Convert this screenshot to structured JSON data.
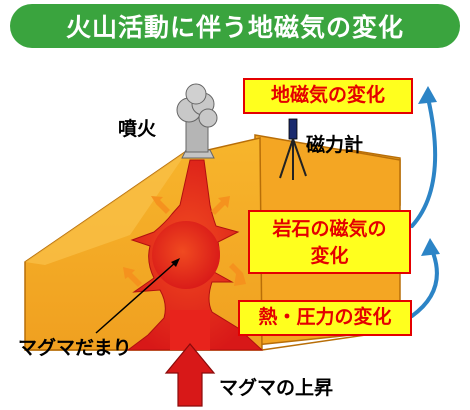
{
  "title": "火山活動に伴う地磁気の変化",
  "labels": {
    "eruption": "噴火",
    "magnetometer": "磁力計",
    "magma_chamber": "マグマだまり",
    "magma_rise": "マグマの上昇"
  },
  "callouts": {
    "geomagnetic_change": "地磁気の変化",
    "rock_magnetism_line1": "岩石の磁気の",
    "rock_magnetism_line2": "変化",
    "heat_pressure_change": "熱・圧力の変化"
  },
  "colors": {
    "title_bg": "#3aa43e",
    "title_text": "#ffffff",
    "mountain": "#f6b22a",
    "magma": "#e8231c",
    "callout_fill": "#ffff1e",
    "callout_border": "#e40000",
    "flow_arrows": "#2c84c6",
    "expansion_arrows": "#f5921e"
  },
  "icons": [
    "smoke-plume-icon",
    "tripod-magnetometer-icon",
    "up-arrow-icon",
    "curved-arrow-icon"
  ]
}
